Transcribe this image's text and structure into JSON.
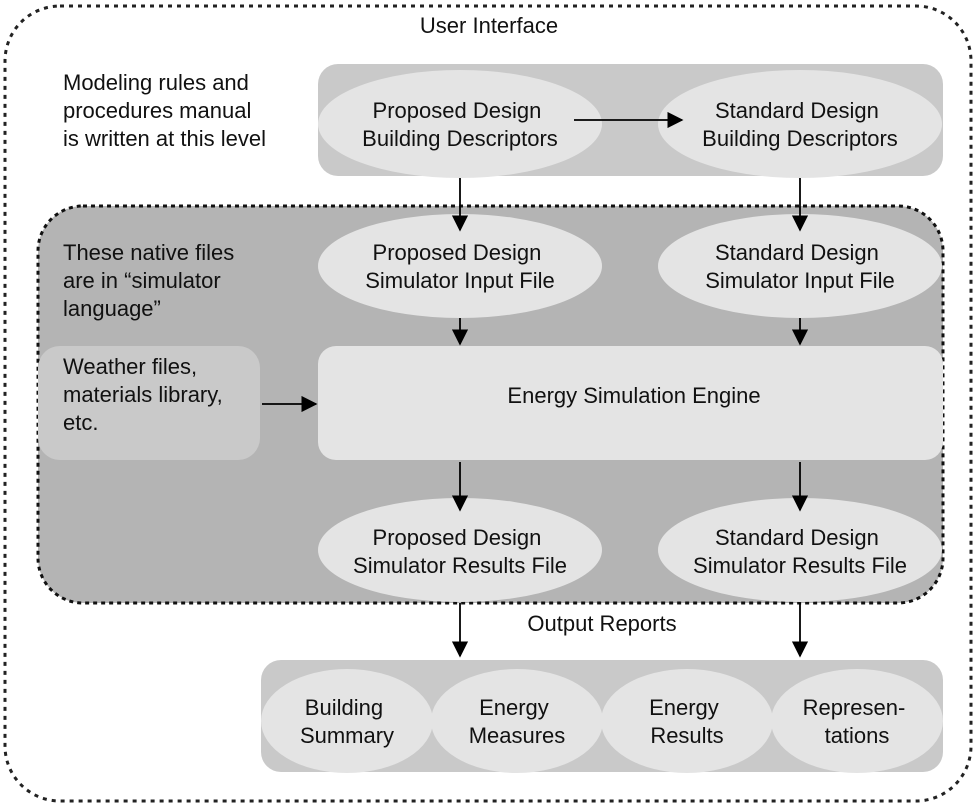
{
  "colors": {
    "inner_panel": "#b4b4b4",
    "band": "#c9c9c9",
    "node_fill": "#e4e4e4",
    "border": "#111111",
    "arrow": "#000000"
  },
  "diagram": {
    "outer_title": "User Interface",
    "notes": {
      "modeling": [
        "Modeling rules and",
        "procedures manual",
        "is written at this level"
      ],
      "native": [
        "These native files",
        "are in “simulator",
        "language”"
      ],
      "weather": [
        "Weather files,",
        "materials library,",
        "etc."
      ]
    },
    "output_title": "Output Reports",
    "nodes": {
      "proposed_descriptors": [
        "Proposed Design",
        "Building Descriptors"
      ],
      "standard_descriptors": [
        "Standard Design",
        "Building Descriptors"
      ],
      "proposed_input": [
        "Proposed Design",
        "Simulator Input File"
      ],
      "standard_input": [
        "Standard Design",
        "Simulator Input File"
      ],
      "engine": "Energy Simulation Engine",
      "proposed_results": [
        "Proposed Design",
        "Simulator Results File"
      ],
      "standard_results": [
        "Standard Design",
        "Simulator Results File"
      ]
    },
    "reports": [
      [
        "Building",
        "Summary"
      ],
      [
        "Energy",
        "Measures"
      ],
      [
        "Energy",
        "Results"
      ],
      [
        "Represen-",
        "tations"
      ]
    ]
  }
}
